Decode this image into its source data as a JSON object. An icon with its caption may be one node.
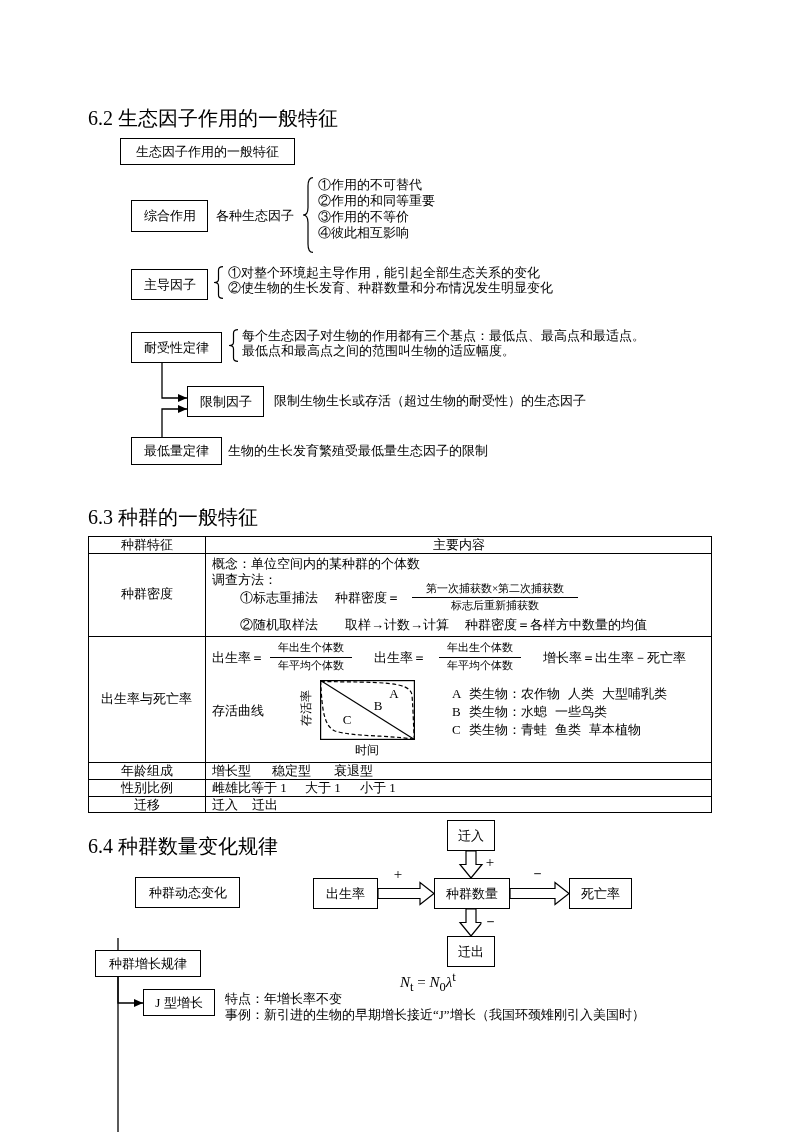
{
  "diagram": {
    "nodes": [
      {
        "text": [
          "生态因子作用的一般特征"
        ]
      },
      {
        "text": [
          "综合作用"
        ]
      },
      {
        "text": [
          "主导因子"
        ]
      },
      {
        "text": [
          "耐受性定律"
        ]
      },
      {
        "text": [
          "限制因子"
        ]
      },
      {
        "text": [
          "最低量定律"
        ]
      },
      {
        "text": [
          "种群动态变化"
        ]
      },
      {
        "text": [
          "迁入"
        ]
      },
      {
        "text": [
          "出生率"
        ]
      },
      {
        "text": [
          "种群数量"
        ]
      },
      {
        "text": [
          "死亡率"
        ]
      },
      {
        "text": [
          "迁出"
        ]
      },
      {
        "text": [
          "种群增长规律"
        ]
      },
      {
        "text": [
          "J 型增长"
        ]
      }
    ],
    "edges": [
      {
        "from": 3,
        "to": 4,
        "arrow": "to"
      },
      {
        "from": 5,
        "to": 4,
        "arrow": "to"
      },
      {
        "from": 8,
        "to": 9,
        "arrow": "to",
        "label": "+",
        "style": "thick"
      },
      {
        "from": 7,
        "to": 9,
        "arrow": "to",
        "label": "+",
        "style": "thick"
      },
      {
        "from": 9,
        "to": 10,
        "arrow": "to",
        "label": "－",
        "style": "thick"
      },
      {
        "from": 9,
        "to": 11,
        "arrow": "to",
        "label": "－",
        "style": "thick"
      },
      {
        "from": null,
        "to": 12,
        "arrow": "none"
      },
      {
        "from": 12,
        "to": 13,
        "arrow": "to"
      },
      {
        "from": 12,
        "to": null,
        "arrow": "none"
      }
    ],
    "labels": [
      "6.2 生态因子作用的一般特征",
      "各种生态因子",
      "①作用的不可替代",
      "②作用的和同等重要",
      "③作用的不等价",
      "④彼此相互影响",
      "①对整个环境起主导作用，能引起全部生态关系的变化",
      "②使生物的生长发育、种群数量和分布情况发生明显变化",
      "每个生态因子对生物的作用都有三个基点：最低点、最高点和最适点。",
      "最低点和最高点之间的范围叫生物的适应幅度。",
      "限制生物生长或存活（超过生物的耐受性）的生态因子",
      "生物的生长发育繁殖受最低量生态因子的限制",
      "6.3 种群的一般特征",
      "种群特征",
      "主要内容",
      "种群密度",
      "概念：单位空间内的某种群的个体数",
      "调查方法：",
      "①标志重捕法",
      "种群密度＝",
      "第一次捕获数×第二次捕获数",
      "标志后重新捕获数",
      "②随机取样法",
      "取样→计数→计算",
      "种群密度＝各样方中数量的均值",
      "出生率与死亡率",
      "出生率＝",
      "年出生个体数",
      "年平均个体数",
      "出生率＝",
      "年出生个体数",
      "年平均个体数",
      "增长率＝出生率－死亡率",
      "存活曲线",
      "存活率",
      "A",
      "B",
      "C",
      "时间",
      "A 类生物：农作物 人类 大型哺乳类",
      "B 类生物：水螅 一些鸟类",
      "C 类生物：青蛙 鱼类 草本植物",
      "年龄组成",
      "增长型",
      "稳定型",
      "衰退型",
      "性别比例",
      "雌雄比等于 1",
      "大于 1",
      "小于 1",
      "迁移",
      "迁入",
      "迁出",
      "6.4 种群数量变化规律",
      "*N*$_{t}$ = *N*$_{0}$*λ*$^{t}$",
      "特点：年增长率不变",
      "事例：新引进的生物的早期增长接近“J”增长（我国环颈雉刚引入美国时）"
    ]
  }
}
